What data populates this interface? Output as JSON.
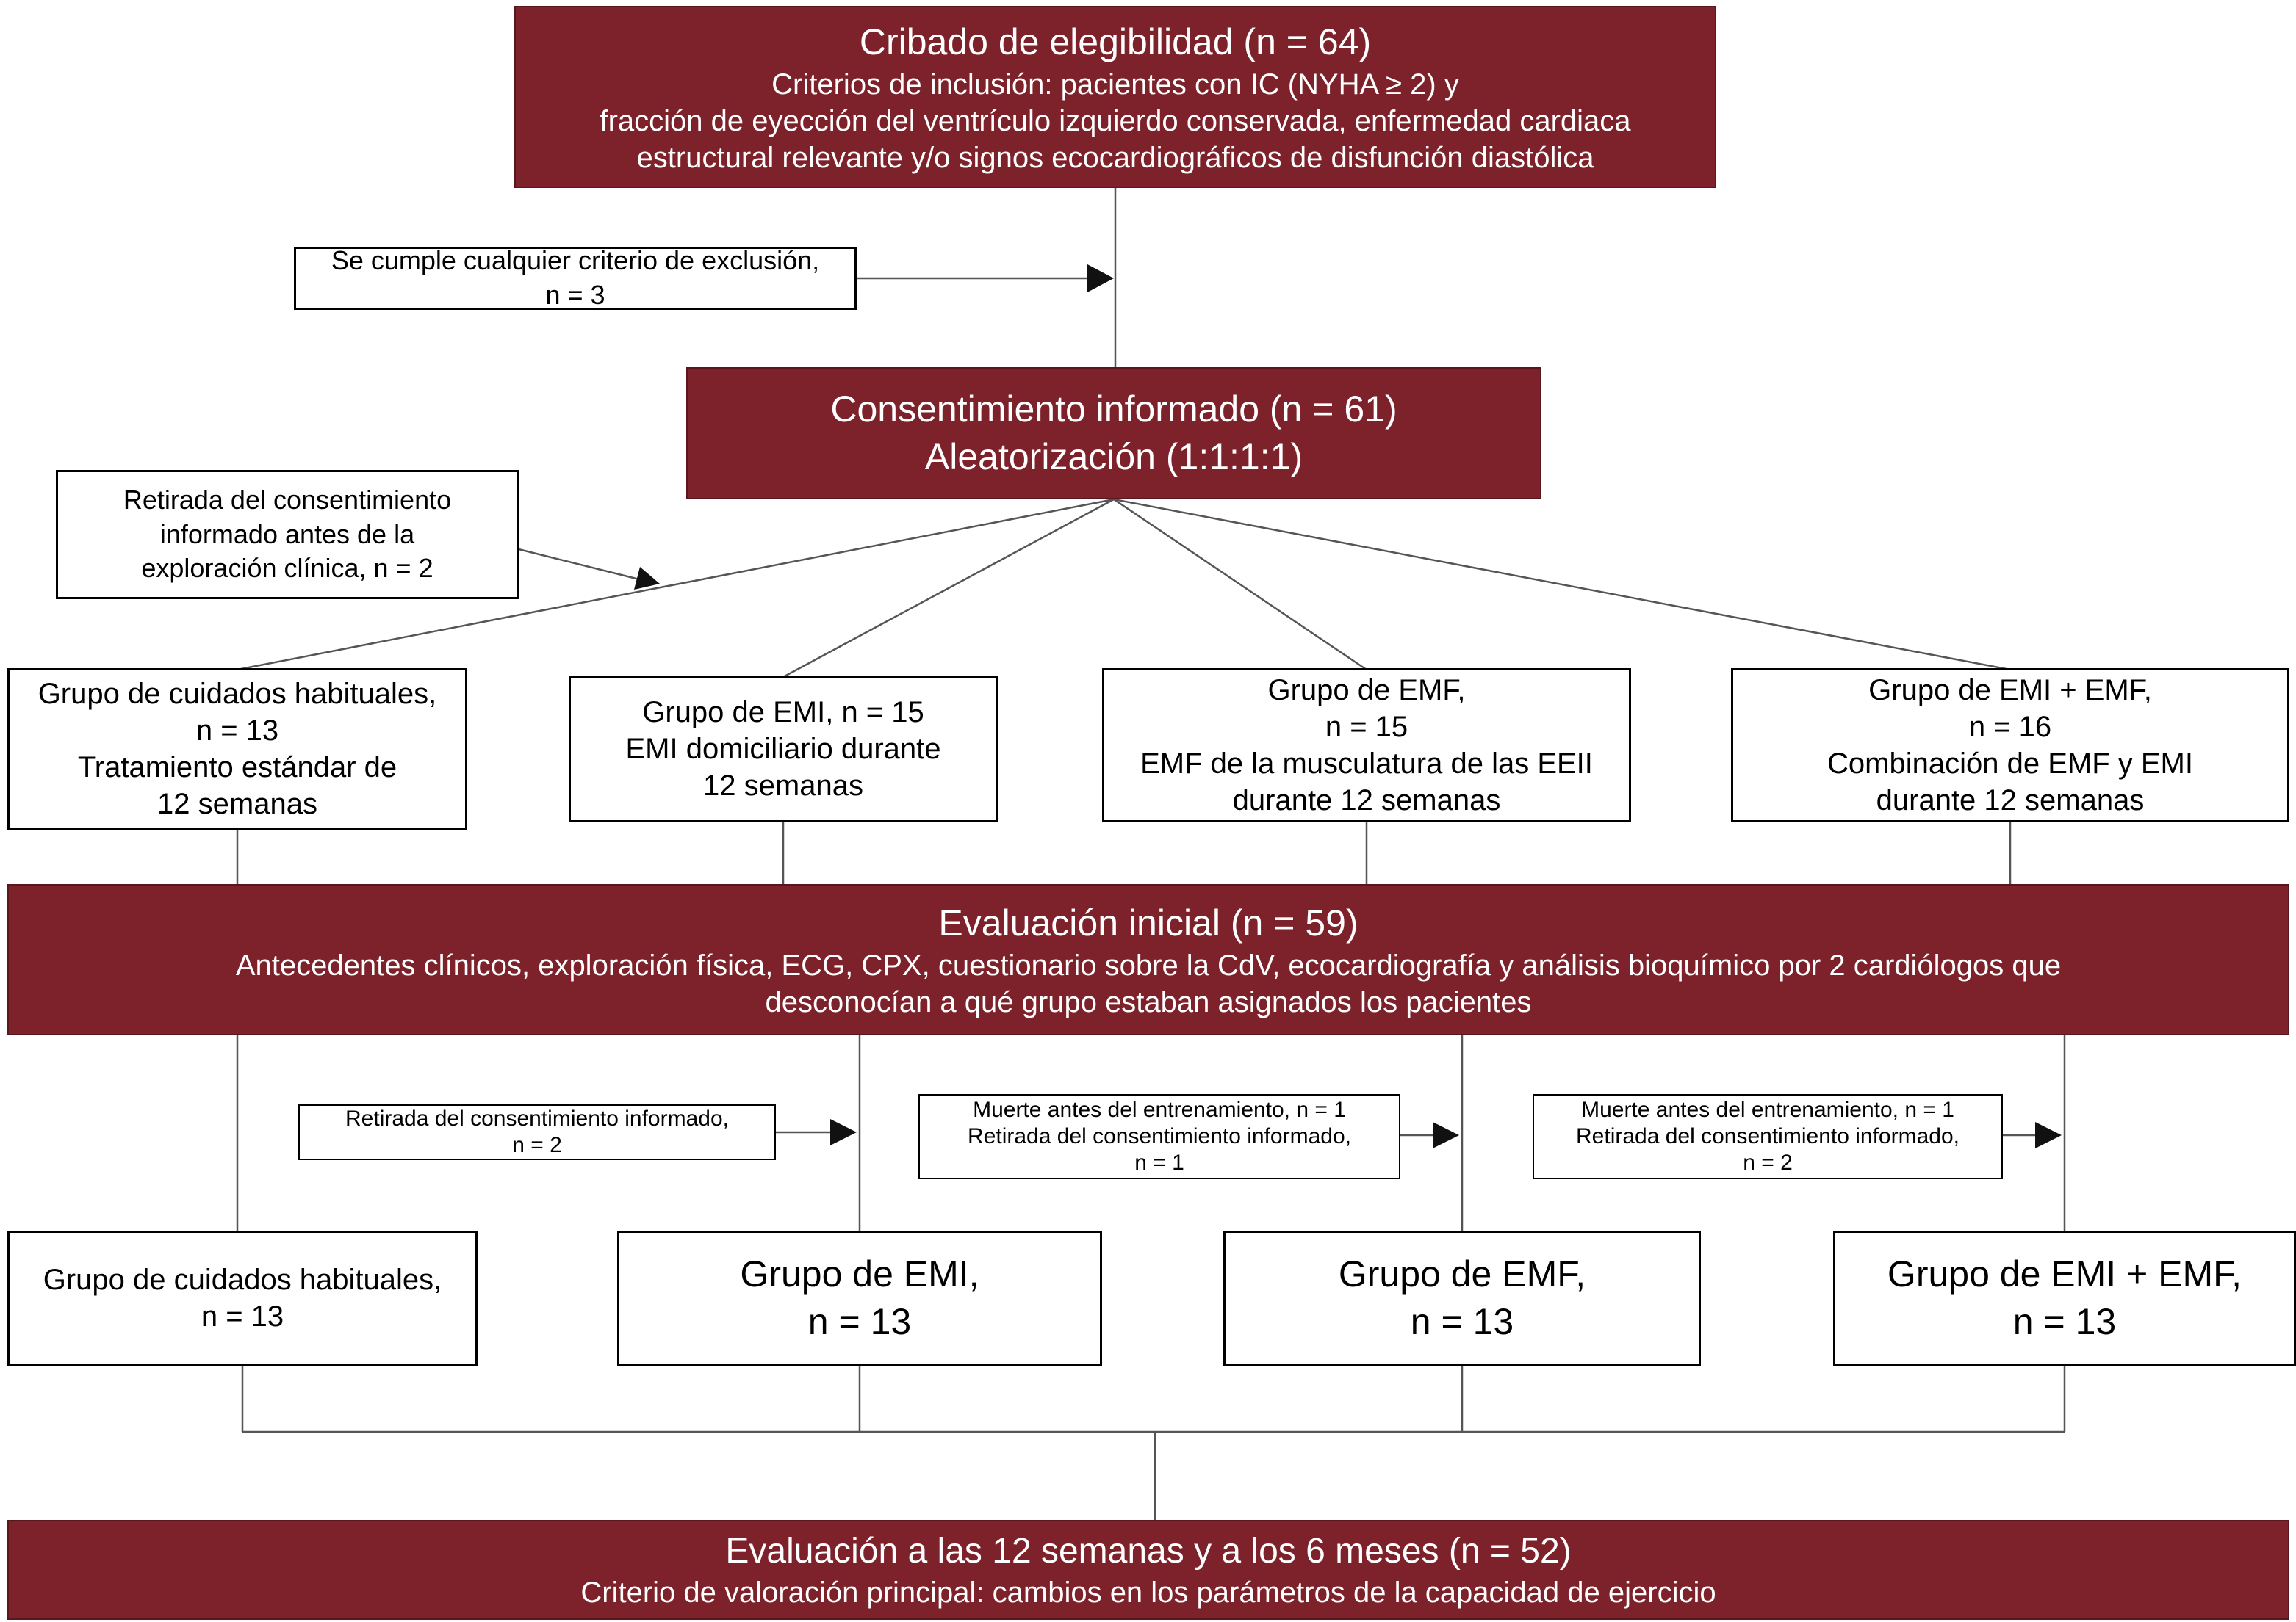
{
  "colors": {
    "maroon": "#7d222b",
    "maroon_edge": "#59161d",
    "line": "#555555",
    "arrow": "#111111",
    "border": "#000000"
  },
  "screening": {
    "title": "Cribado de elegibilidad (n = 64)",
    "body": "Criterios de inclusión: pacientes con IC (NYHA ≥ 2) y\nfracción de eyección del ventrículo izquierdo conservada, enfermedad cardiaca\nestructural relevante y/o signos ecocardiográficos de disfunción diastólica"
  },
  "exclusion_screening": {
    "text": "Se cumple cualquier criterio de exclusión,\nn = 3"
  },
  "consent": {
    "line1": "Consentimiento informado (n = 61)",
    "line2": "Aleatorización (1:1:1:1)"
  },
  "withdrawal_before_exam": {
    "text": "Retirada del consentimiento\ninformado antes de la\nexploración clínica, n = 2"
  },
  "groups_initial": [
    {
      "text": "Grupo de cuidados habituales,\nn = 13\nTratamiento estándar de\n12 semanas"
    },
    {
      "text": "Grupo de EMI, n = 15\nEMI domiciliario durante\n12 semanas"
    },
    {
      "text": "Grupo de EMF,\nn = 15\nEMF de la musculatura de las EEII\ndurante 12 semanas"
    },
    {
      "text": "Grupo de EMI + EMF,\nn = 16\nCombinación de EMF y EMI\ndurante 12 semanas"
    }
  ],
  "baseline": {
    "title": "Evaluación inicial (n = 59)",
    "body": "Antecedentes clínicos, exploración física, ECG, CPX, cuestionario sobre la CdV, ecocardiografía y análisis bioquímico por 2 cardiólogos que\ndesconocían a qué grupo estaban asignados los pacientes"
  },
  "dropouts": [
    {
      "text": "Retirada del consentimiento informado,\nn = 2"
    },
    {
      "text": "Muerte antes del entrenamiento, n = 1\nRetirada del consentimiento informado,\nn = 1"
    },
    {
      "text": "Muerte antes del entrenamiento, n = 1\nRetirada del consentimiento informado,\nn = 2"
    }
  ],
  "groups_final": [
    {
      "text": "Grupo de cuidados habituales,\nn = 13"
    },
    {
      "text": "Grupo de EMI,\nn = 13"
    },
    {
      "text": "Grupo de EMF,\nn = 13"
    },
    {
      "text": "Grupo de EMI + EMF,\nn = 13"
    }
  ],
  "final_eval": {
    "title": "Evaluación a las 12 semanas y a los 6 meses (n = 52)",
    "body": "Criterio de valoración principal: cambios en los parámetros de la capacidad de ejercicio"
  }
}
